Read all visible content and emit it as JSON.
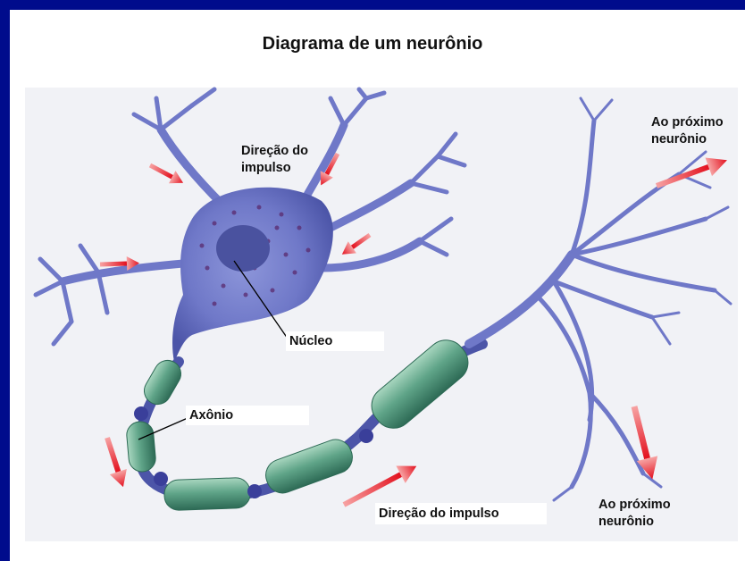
{
  "diagram": {
    "title": "Diagrama de um neurônio",
    "labels": {
      "impulse_direction_top": "Direção do\nimpulso",
      "next_neuron_top": "Ao próximo\nneurônio",
      "nucleus": "Núcleo",
      "axon": "Axônio",
      "impulse_direction_bottom": "Direção do impulso",
      "next_neuron_bottom": "Ao próximo\nneurônio"
    },
    "colors": {
      "frame": "#000c8c",
      "neuron_body": "#6f78c8",
      "myelin": "#5c9e84",
      "arrow": "#e8202a"
    }
  }
}
